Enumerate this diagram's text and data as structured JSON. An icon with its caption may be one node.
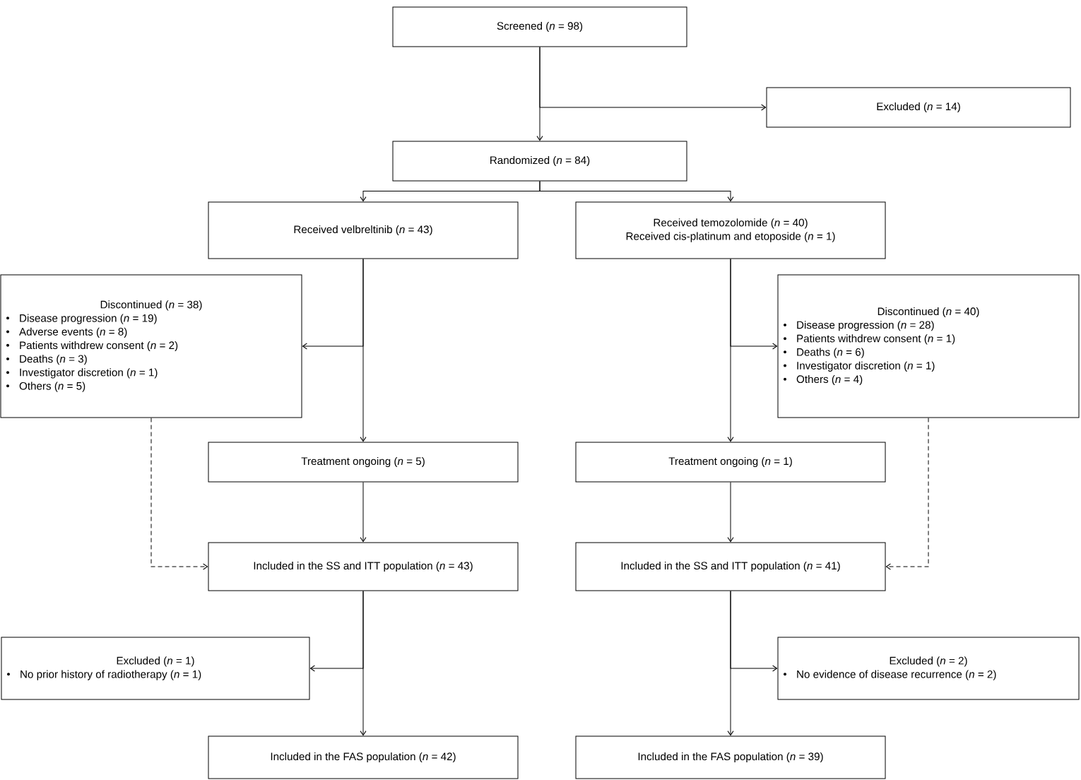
{
  "diagram": {
    "nodes": [
      {
        "text": [
          "Screened (*n* = 98)"
        ]
      },
      {
        "text": [
          "Excluded (*n* = 14)"
        ]
      },
      {
        "text": [
          "Randomized (*n* = 84)"
        ]
      },
      {
        "text": [
          "Received velbreltinib (*n* = 43)"
        ]
      },
      {
        "text": [
          "Received temozolomide (*n* = 40)",
          "Received cis-platinum and etoposide (*n* = 1)"
        ]
      },
      {
        "text": [
          "Discontinued (*n* = 38)",
          "Disease progression (*n* = 19)",
          "Adverse events (*n* = 8)",
          "Patients withdrew consent (*n* = 2)",
          "Deaths (*n* = 3)",
          "Investigator discretion (*n* = 1)",
          "Others (*n* = 5)"
        ]
      },
      {
        "text": [
          "Discontinued (*n* = 40)",
          "Disease progression (*n* = 28)",
          "Patients withdrew consent (*n* = 1)",
          "Deaths (*n* = 6)",
          "Investigator discretion (*n* = 1)",
          "Others (*n* = 4)"
        ]
      },
      {
        "text": [
          "Treatment ongoing (*n* = 5)"
        ]
      },
      {
        "text": [
          "Treatment ongoing (*n* = 1)"
        ]
      },
      {
        "text": [
          "Included in the SS and ITT population (*n* = 43)"
        ]
      },
      {
        "text": [
          "Included in the SS and ITT population (*n* = 41)"
        ]
      },
      {
        "text": [
          "Excluded (*n* = 1)",
          "No prior history of radiotherapy (*n* = 1)"
        ]
      },
      {
        "text": [
          "Excluded (*n* = 2)",
          "No evidence of disease recurrence (*n* = 2)"
        ]
      },
      {
        "text": [
          "Included in the FAS population (*n* = 42)"
        ]
      },
      {
        "text": [
          "Included in the FAS population (*n* = 39)"
        ]
      }
    ],
    "edges": [
      {
        "from": 0,
        "to": 2,
        "arrow": "to"
      },
      {
        "from": 0,
        "to": 1,
        "arrow": "to"
      },
      {
        "from": 2,
        "to": 3,
        "arrow": "to"
      },
      {
        "from": 2,
        "to": 4,
        "arrow": "to"
      },
      {
        "from": 3,
        "to": 5,
        "arrow": "to"
      },
      {
        "from": 3,
        "to": 7,
        "arrow": "to"
      },
      {
        "from": 4,
        "to": 6,
        "arrow": "to"
      },
      {
        "from": 4,
        "to": 8,
        "arrow": "to"
      },
      {
        "from": 7,
        "to": 9,
        "arrow": "to"
      },
      {
        "from": 8,
        "to": 10,
        "arrow": "to"
      },
      {
        "from": 5,
        "to": 9,
        "arrow": "to",
        "style": "dashed"
      },
      {
        "from": 6,
        "to": 10,
        "arrow": "to",
        "style": "dashed"
      },
      {
        "from": 9,
        "to": 11,
        "arrow": "to"
      },
      {
        "from": 9,
        "to": 13,
        "arrow": "to"
      },
      {
        "from": 10,
        "to": 12,
        "arrow": "to"
      },
      {
        "from": 10,
        "to": 14,
        "arrow": "to"
      }
    ]
  }
}
